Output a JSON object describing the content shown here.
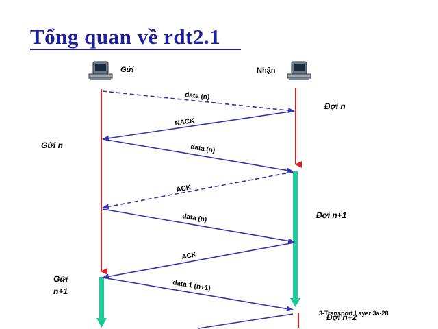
{
  "title": "Tổng quan về rdt2.1",
  "colors": {
    "title": "#1f1f99",
    "arrow": "#3333aa",
    "timeline": "#e02020",
    "wait_bar": "#1ec99a"
  },
  "icons": {
    "sender": "computer-icon",
    "receiver": "computer-icon"
  },
  "endpoints": {
    "sender": "Gửi",
    "receiver": "Nhận"
  },
  "messages": [
    {
      "label": "data (n)",
      "direction": "to-receiver",
      "dashed": true
    },
    {
      "label": "NACK",
      "direction": "to-sender",
      "dashed": false
    },
    {
      "label": "data (n)",
      "direction": "to-receiver",
      "dashed": false
    },
    {
      "label": "ACK",
      "direction": "to-sender",
      "dashed": true
    },
    {
      "label": "data (n)",
      "direction": "to-receiver",
      "dashed": false
    },
    {
      "label": "ACK",
      "direction": "to-sender",
      "dashed": false
    },
    {
      "label": "data 1 (n+1)",
      "direction": "to-receiver",
      "dashed": false
    }
  ],
  "annotations": {
    "wait_n": "Đợi n",
    "send_n": "Gửi n",
    "wait_n1": "Đợi n+1",
    "send_n1_line1": "Gửi",
    "send_n1_line2": "n+1",
    "wait_n2": "Đợi n+2"
  },
  "footer": "3-Transport Layer   3a-28"
}
